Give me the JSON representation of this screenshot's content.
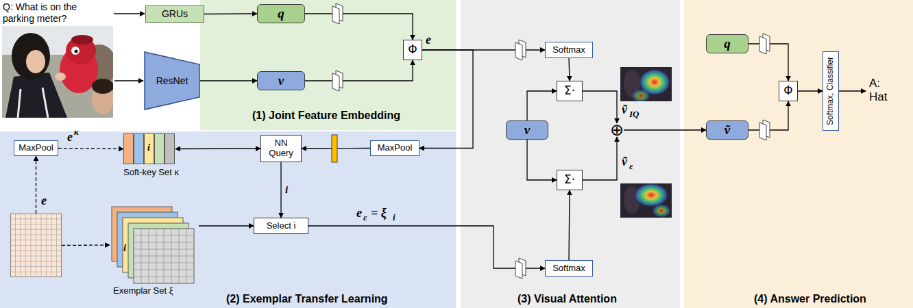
{
  "diagram": {
    "nodes": [
      {
        "text": [
          "GRUs"
        ]
      },
      {
        "text": [
          "ResNet"
        ]
      },
      {
        "text": [
          "(1) Joint Feature Embedding"
        ]
      },
      {
        "text": [
          "q"
        ],
        "in": 2
      },
      {
        "text": [
          "v"
        ],
        "in": 2
      },
      {
        "text": [
          "Φ"
        ],
        "in": 2
      },
      {
        "text": [
          "(3) Visual Attention"
        ]
      },
      {
        "text": [
          "Softmax"
        ],
        "in": 6
      },
      {
        "text": [
          "Σ·"
        ],
        "in": 6
      },
      {
        "text": [
          "⊕"
        ],
        "in": 6
      },
      {
        "text": [
          "v"
        ],
        "in": 6
      },
      {
        "text": [
          "Σ·"
        ],
        "in": 6
      },
      {
        "text": [
          "Softmax"
        ],
        "in": 6
      },
      {
        "text": [
          "(4) Answer Prediction"
        ]
      },
      {
        "text": [
          "q"
        ],
        "in": 13
      },
      {
        "text": [
          "Φ"
        ],
        "in": 13
      },
      {
        "text": [
          "Softmax, Classifier"
        ],
        "in": 13
      },
      {
        "text": [
          "ṽ"
        ],
        "in": 13
      },
      {
        "text": [
          "(2) Exemplar Transfer Learning"
        ]
      },
      {
        "text": [
          "MaxPool"
        ],
        "in": 18
      },
      {
        "text": [
          "i",
          "Soft-key Set κ"
        ],
        "in": 18
      },
      {
        "text": [
          "NN Query"
        ],
        "in": 18
      },
      {
        "text": [
          "MaxPool"
        ],
        "in": 18
      },
      {
        "text": [
          "e"
        ],
        "in": 18
      },
      {
        "text": [
          "i",
          "Exemplar Set ξ"
        ],
        "in": 18
      },
      {
        "text": [
          "Select i"
        ],
        "in": 18
      }
    ],
    "edges": [
      {
        "from": 0,
        "to": 3,
        "arrow": "to"
      },
      {
        "from": 1,
        "to": 4,
        "arrow": "to"
      },
      {
        "from": 3,
        "to": 5,
        "arrow": "to"
      },
      {
        "from": 4,
        "to": 5,
        "arrow": "to"
      },
      {
        "from": 5,
        "to": 7,
        "arrow": "to"
      },
      {
        "from": 5,
        "to": 22,
        "arrow": "to"
      },
      {
        "from": 22,
        "to": 21,
        "arrow": "to"
      },
      {
        "from": 21,
        "to": 20,
        "arrow": "both"
      },
      {
        "from": 19,
        "to": 20,
        "arrow": "to"
      },
      {
        "from": 23,
        "to": 19,
        "arrow": "to"
      },
      {
        "from": 23,
        "to": 24,
        "arrow": "to"
      },
      {
        "from": 21,
        "to": 25,
        "arrow": "to",
        "label": "i"
      },
      {
        "from": 24,
        "to": 25,
        "arrow": "to"
      },
      {
        "from": 25,
        "to": 12,
        "arrow": "to"
      },
      {
        "from": 7,
        "to": 8,
        "arrow": "to"
      },
      {
        "from": 12,
        "to": 11,
        "arrow": "to"
      },
      {
        "from": 10,
        "to": 8,
        "arrow": "to"
      },
      {
        "from": 10,
        "to": 11,
        "arrow": "to"
      },
      {
        "from": 8,
        "to": 9,
        "arrow": "to"
      },
      {
        "from": 11,
        "to": 9,
        "arrow": "to"
      },
      {
        "from": 9,
        "to": 17,
        "arrow": "to"
      },
      {
        "from": 14,
        "to": 15,
        "arrow": "to"
      },
      {
        "from": 17,
        "to": 15,
        "arrow": "to"
      },
      {
        "from": 15,
        "to": 16,
        "arrow": "to"
      }
    ],
    "labels": [
      "Q: What is on the parking meter?",
      "e",
      "e",
      "κ",
      "e",
      "ε",
      "= ξ",
      "i",
      "ṽ",
      "IQ",
      "ṽ",
      "ε",
      "A: Hat"
    ]
  }
}
